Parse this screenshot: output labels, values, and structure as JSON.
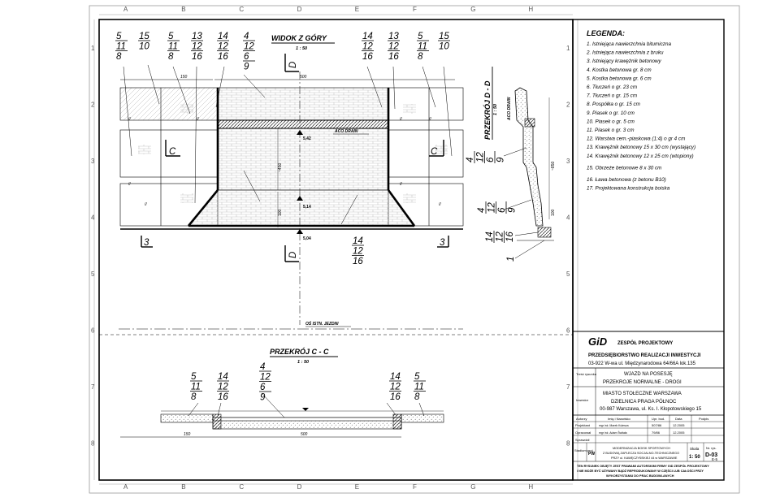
{
  "grid": {
    "columns": [
      "A",
      "B",
      "C",
      "D",
      "E",
      "F",
      "G",
      "H"
    ],
    "rows": [
      "1",
      "2",
      "3",
      "4",
      "5",
      "6",
      "7",
      "8"
    ]
  },
  "plan": {
    "title": "WIDOK Z GÓRY",
    "scale": "1 : 50",
    "layer_groups": [
      [
        "5",
        "11",
        "8"
      ],
      [
        "15",
        "10"
      ],
      [
        "5",
        "11",
        "8"
      ],
      [
        "13",
        "12",
        "16"
      ],
      [
        "14",
        "12",
        "16"
      ],
      [
        "4",
        "12",
        "6",
        "9"
      ],
      [
        "14",
        "12",
        "16"
      ],
      [
        "13",
        "12",
        "16"
      ],
      [
        "5",
        "11",
        "8"
      ],
      [
        "15",
        "10"
      ]
    ],
    "lower_group": [
      "14",
      "12",
      "16"
    ],
    "dim_150": "150",
    "dim_500": "500",
    "dim_450": "~450",
    "dim_100": "100",
    "dim_850": "~850",
    "elev_1": "5,42",
    "elev_2": "5,14",
    "elev_3": "5,04",
    "aco_label": "ACO DRAIN",
    "axis_label": "OŚ ISTN. JEZDNI",
    "sec_c": "C",
    "sec_d": "D",
    "sec_3": "3",
    "quote": "//"
  },
  "section_dd": {
    "title": "PRZEKRÓJ D - D",
    "scale": "1 : 50",
    "aco_label": "ACO DRAIN",
    "group_a": [
      "4",
      "12",
      "6",
      "9"
    ],
    "group_b": [
      "4",
      "12",
      "6",
      "9"
    ],
    "group_c": [
      "14",
      "12",
      "16"
    ],
    "one": "1"
  },
  "section_cc": {
    "title": "PRZEKRÓJ  C - C",
    "scale": "1 : 50",
    "groups": [
      [
        "5",
        "11",
        "8"
      ],
      [
        "14",
        "12",
        "16"
      ],
      [
        "4",
        "12",
        "6",
        "9"
      ],
      [
        "14",
        "12",
        "16"
      ],
      [
        "5",
        "11",
        "8"
      ]
    ],
    "dim_150": "150",
    "dim_500": "500"
  },
  "legend": {
    "title": "LEGENDA:",
    "items": [
      "1. Istniejąca nawierzchnia bitumiczna",
      "2. Istniejąca nawierzchnia z bruku",
      "3. Istniejący krawężnik betonowy",
      "4. Kostka betonowa gr. 8 cm",
      "5. Kostka betonowa  gr. 6 cm",
      "6. Tłuczeń o gr. 23 cm",
      "7. Tłuczeń o gr. 15 cm",
      "8. Pospółka o gr. 15 cm",
      "9. Piasek o gr. 10 cm",
      "10. Piasek o gr. 5 cm",
      "11. Piasek o gr. 3 cm",
      "12. Warstwa cem.-piaskowa (1:4) o gr 4 cm",
      "13. Krawężnik betonowy 15 x 30 cm (wystający)",
      "14. Krawężnik betonowy 12 x 25 cm (wtopiony)",
      "15. Obrzeże betonowe 8 x 30 cm",
      "16. Ława  betonowa (z betonu B10)",
      "17. Projektowana konstrukcja boiska"
    ]
  },
  "title_block": {
    "logo": "GiD",
    "team": "ZESPÓŁ PROJEKTOWY",
    "company": "PRZEDSIĘBIORSTWO REALIZACJI INWESTYCJI",
    "address": "03-922  W-wa  ul.  Międzynarodowa  64/66A  lok.135",
    "subject_label": "Treść rysunku",
    "subject_1": "WJAZD NA POSESJĘ",
    "subject_2": "PRZEKROJE NORMALNE - DROGI",
    "investor_label": "Inwestor",
    "investor_1": "MIASTO STOŁECZNE WARSZAWA",
    "investor_2": "DZIELNICA PRAGA PÓŁNOC",
    "investor_3": "00-987 Warszawa, ul. Ks. I. Kłopotowskiego 15",
    "col_authors": "Autorzy",
    "col_name": "Imię i Nazwisko",
    "col_perm": "Upr. bud.",
    "col_date": "Data",
    "col_sign": "Podpis",
    "row1_role": "Projektant",
    "row1_name": "mgr inż. Marek Kulesza",
    "row1_perm": "507/86",
    "row1_date": "12.2005",
    "row2_role": "Opracował",
    "row2_name": "mgr inż. Adam Świtała",
    "row2_perm": "79/86",
    "row2_date": "12.2005",
    "row3_role": "Sprawdził",
    "stage_label": "Stadium proj.",
    "stage_value": "PW",
    "project_1": "MODERNIZACJA BOISK SPORTOWYCH",
    "project_2": "Z BUDOWĄ ZAPLECZA SOCJALNO-TECHNICZNEGO",
    "project_3": "PRZY ul. KAWĘCZYŃSKIEJ 44 w WARSZAWIE",
    "scale_label": "Skala",
    "scale_value": "1: 50",
    "drawing_no_label": "Nr. rys.",
    "drawing_no": "D-03",
    "drawing_sub": "E-5",
    "note_1": "TEN RYSUNEK OBJĘTY JEST PRAWAMI AUTORSKIMI FIRMY GiD ZESPÓŁ PROJEKTOWY",
    "note_2": "I NIE MOŻE BYĆ UŻYWANY BĄDŹ REPRODUKOWANY W CZĘŚCI LUB CAŁOŚCI PRZY",
    "note_3": "WYKORZYSTANIU DO PRAC BUDOWLANYCH"
  }
}
